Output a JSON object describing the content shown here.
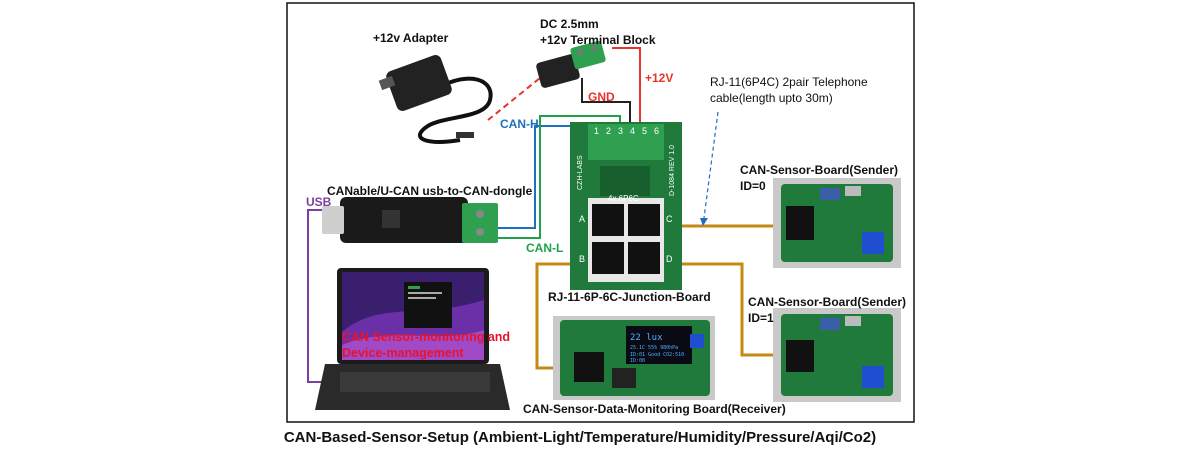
{
  "diagram": {
    "labels": {
      "adapter": "+12v Adapter",
      "dc_jack_line1": "DC 2.5mm",
      "dc_jack_line2": "+12v Terminal Block",
      "plus12v": "+12V",
      "gnd": "GND",
      "can_h": "CAN-H",
      "can_l": "CAN-L",
      "usb": "USB",
      "rj11_note_line1": "RJ-11(6P4C) 2pair Telephone",
      "rj11_note_line2": "cable(length upto 30m)",
      "dongle": "CANable/U-CAN usb-to-CAN-dongle",
      "junction_board": "RJ-11-6P-6C-Junction-Board",
      "sender0_line1": "CAN-Sensor-Board(Sender)",
      "sender0_line2": "ID=0",
      "sender1_line1": "CAN-Sensor-Board(Sender)",
      "sender1_line2": "ID=1",
      "receiver": "CAN-Sensor-Data-Monitoring Board(Receiver)",
      "laptop_line1": "CAN Sensor-monitoring and",
      "laptop_line2": "Device-management"
    },
    "junction": {
      "terminal_numbers": [
        "1",
        "2",
        "3",
        "4",
        "5",
        "6"
      ],
      "port_labels": [
        "A",
        "B",
        "C",
        "D"
      ],
      "header_label": "4x 6P6C",
      "silk_left": "CZH-LABS",
      "silk_right": "D-1084 REV 1.0"
    },
    "oled": {
      "line1": "22 lux",
      "line2": "25.1C  55%  980hPa",
      "line3": "ID:01  Good  CO2:510",
      "line4": "ID:00"
    },
    "caption": "CAN-Based-Sensor-Setup (Ambient-Light/Temperature/Humidity/Pressure/Aqi/Co2)",
    "colors": {
      "wire_red": "#e8332a",
      "wire_black": "#222222",
      "wire_blue": "#1f6fc0",
      "wire_green": "#21a04a",
      "wire_usb": "#7a3fa0",
      "wire_phone": "#c48a14",
      "pcb_green": "#1f7a3c",
      "terminal_green": "#2fa04f"
    }
  }
}
